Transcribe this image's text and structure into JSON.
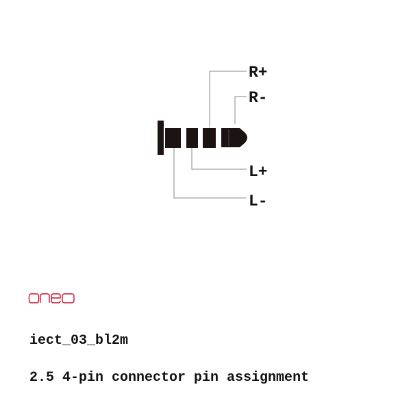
{
  "brand": {
    "logo_text": "oneo",
    "logo_color": "#c8102e"
  },
  "pins": [
    {
      "id": "r-plus",
      "label": "R+"
    },
    {
      "id": "r-minus",
      "label": "R-"
    },
    {
      "id": "l-plus",
      "label": "L+"
    },
    {
      "id": "l-minus",
      "label": "L-"
    }
  ],
  "caption": {
    "model_code": "iect_03_bl2m",
    "description": "2.5 4-pin connector pin assignment"
  }
}
